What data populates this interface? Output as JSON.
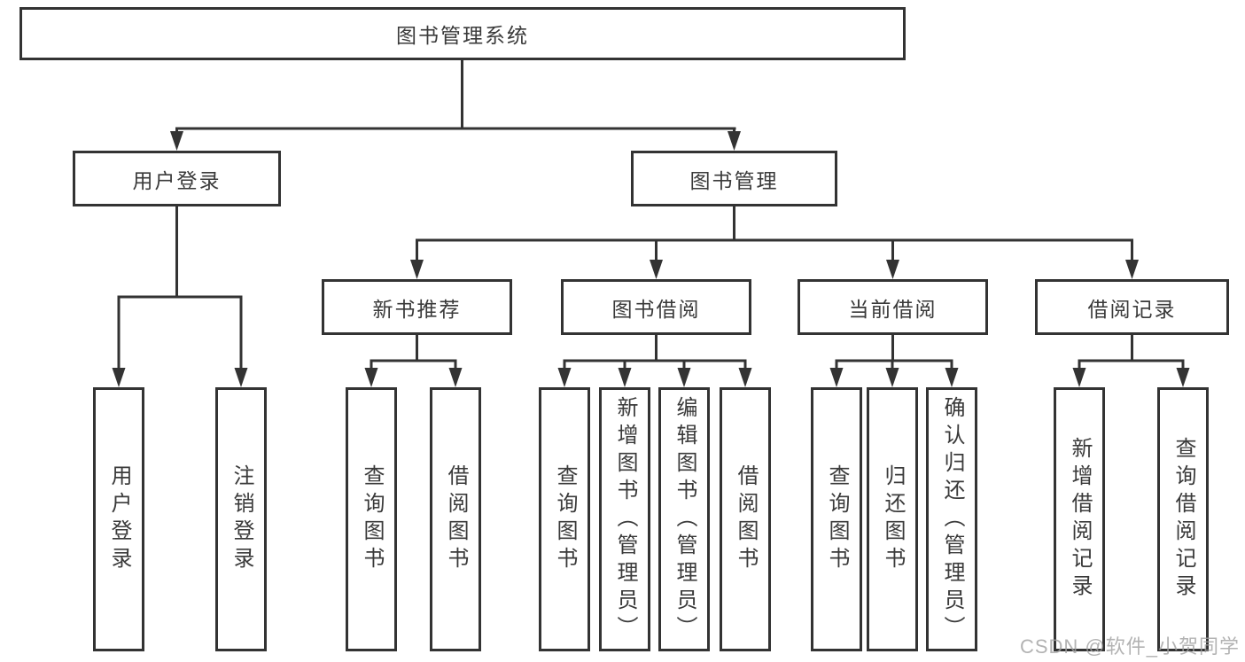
{
  "diagram": {
    "root": "图书管理系统",
    "login": {
      "label": "用户登录",
      "children": [
        "用户登录",
        "注销登录"
      ]
    },
    "management": {
      "label": "图书管理",
      "sections": [
        {
          "label": "新书推荐",
          "children": [
            "查询图书",
            "借阅图书"
          ]
        },
        {
          "label": "图书借阅",
          "children": [
            "查询图书",
            "新增图书（管理员）",
            "编辑图书（管理员）",
            "借阅图书"
          ]
        },
        {
          "label": "当前借阅",
          "children": [
            "查询图书",
            "归还图书",
            "确认归还（管理员）"
          ]
        },
        {
          "label": "借阅记录",
          "children": [
            "新增借阅记录",
            "查询借阅记录"
          ]
        }
      ]
    }
  },
  "watermark": "CSDN @软件_小贺同学",
  "colors": {
    "line": "#333333",
    "box_border": "#333333",
    "box_bg": "#ffffff",
    "text": "#3a3a3a",
    "watermark": "#a0a0a0"
  }
}
